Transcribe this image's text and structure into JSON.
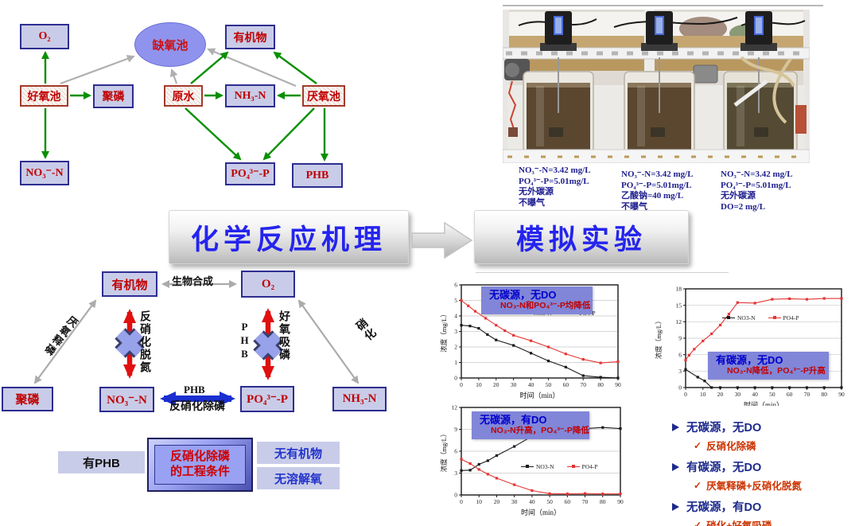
{
  "top_left_diagram": {
    "nodes": {
      "o2": "O₂",
      "anoxic_tank": "缺氧池",
      "organics": "有机物",
      "aerobic_tank": "好氧池",
      "poly_p": "聚磷",
      "raw_water": "原水",
      "nh3_n": "NH₃-N",
      "anaerobic_tank": "厌氧池",
      "no3_n": "NO₃⁻-N",
      "po4_p": "PO₄³⁻-P",
      "phb": "PHB"
    }
  },
  "photo_panel": {
    "conditions": [
      {
        "lines": [
          "NO₃⁻-N=3.42 mg/L",
          "PO₄³⁻-P=5.01mg/L",
          "无外碳源",
          "不曝气"
        ]
      },
      {
        "lines": [
          "NO₃⁻-N=3.42 mg/L",
          "PO₄³⁻-P=5.01mg/L",
          "乙酸钠=40 mg/L",
          "不曝气"
        ]
      },
      {
        "lines": [
          "NO₃⁻-N=3.42 mg/L",
          "PO₄³⁻-P=5.01mg/L",
          "无外碳源",
          "DO=2 mg/L"
        ]
      }
    ]
  },
  "banners": {
    "left": "化学反应机理",
    "right": "模拟实验"
  },
  "mechanism_diagram": {
    "nodes": {
      "organics": "有机物",
      "o2": "O₂",
      "poly_p": "聚磷",
      "no3_n": "NO₃⁻-N",
      "po4_p": "PO₄³⁻-P",
      "nh3_n": "NH₃-N"
    },
    "labels": {
      "biosynthesis": "生物合成",
      "anaerobic_p_release": "厌氧释磷",
      "denitrification": "反硝化脱氮",
      "phb_left": "PHB",
      "aerobic_p_uptake": "好氧吸磷",
      "nitrification": "硝化",
      "phb_arrow": "PHB",
      "denitrifying_p_removal": "反硝化除磷"
    },
    "conditions": {
      "has_phb": "有PHB",
      "center_line1": "反硝化除磷",
      "center_line2": "的工程条件",
      "no_organics": "无有机物",
      "no_dissolved_oxygen": "无溶解氧"
    }
  },
  "chart_data": [
    {
      "type": "line",
      "xlabel": "时间（min）",
      "ylabel": "浓度（mg/L）",
      "xlim": [
        0,
        90
      ],
      "ylim": [
        0,
        6
      ],
      "xticks": [
        0,
        10,
        20,
        30,
        40,
        50,
        60,
        70,
        80,
        90
      ],
      "yticks": [
        0,
        1,
        2,
        3,
        4,
        5,
        6
      ],
      "grid": "horizontal",
      "legend_position": "top-center",
      "annotation": {
        "line1": "无碳源，无DO",
        "line2": "NO₃-N和PO₄³⁻-P均降低"
      },
      "series": [
        {
          "name": "NO3-N",
          "color": "#1a1a1a",
          "x": [
            0,
            5,
            10,
            15,
            20,
            30,
            40,
            50,
            60,
            70,
            80,
            90
          ],
          "y": [
            3.4,
            3.35,
            3.2,
            2.8,
            2.45,
            2.1,
            1.6,
            1.1,
            0.7,
            0.15,
            0.05,
            0
          ]
        },
        {
          "name": "PO4-P",
          "color": "#e43535",
          "x": [
            0,
            4,
            8,
            14,
            20,
            25,
            30,
            40,
            50,
            60,
            70,
            80,
            90
          ],
          "y": [
            5.0,
            4.65,
            4.3,
            3.85,
            3.4,
            3.05,
            2.75,
            2.4,
            2.0,
            1.55,
            1.2,
            0.97,
            1.05
          ]
        }
      ]
    },
    {
      "type": "line",
      "xlabel": "时间（min）",
      "ylabel": "浓度（mg/L）",
      "xlim": [
        0,
        90
      ],
      "ylim": [
        0,
        12
      ],
      "xticks": [
        0,
        10,
        20,
        30,
        40,
        50,
        60,
        70,
        80,
        90
      ],
      "yticks": [
        0,
        3,
        6,
        9,
        12
      ],
      "grid": "horizontal",
      "legend_position": "middle-center",
      "annotation": {
        "line1": "无碳源，有DO",
        "line2": "NO₃-N升高，PO₄³⁻-P降低"
      },
      "series": [
        {
          "name": "NO3-N",
          "color": "#1a1a1a",
          "x": [
            0,
            5,
            10,
            15,
            20,
            30,
            40,
            50,
            60,
            70,
            80,
            90
          ],
          "y": [
            3.35,
            3.4,
            4.2,
            4.7,
            5.4,
            6.65,
            8.05,
            8.55,
            8.9,
            9.1,
            9.25,
            9.1
          ]
        },
        {
          "name": "PO4-P",
          "color": "#e43535",
          "x": [
            0,
            5,
            10,
            15,
            20,
            30,
            40,
            50,
            60,
            70,
            80,
            90
          ],
          "y": [
            4.9,
            4.3,
            3.5,
            2.85,
            2.3,
            1.4,
            0.6,
            0.18,
            0.15,
            0.2,
            0.15,
            0.15
          ]
        }
      ]
    },
    {
      "type": "line",
      "xlabel": "时间（min）",
      "ylabel": "浓度（mg/L）",
      "xlim": [
        0,
        90
      ],
      "ylim": [
        0,
        18
      ],
      "xticks": [
        0,
        10,
        20,
        30,
        40,
        50,
        60,
        70,
        80,
        90
      ],
      "yticks": [
        0,
        3,
        6,
        9,
        12,
        15,
        18
      ],
      "grid": "horizontal",
      "legend_position": "top-center",
      "annotation": {
        "line1": "有碳源，无DO",
        "line2": "NO₃-N降低，PO₄³⁻-P升高"
      },
      "series": [
        {
          "name": "NO3-N",
          "color": "#1a1a1a",
          "x": [
            0,
            7,
            11,
            15,
            20,
            30,
            40,
            50,
            60,
            70,
            80,
            90
          ],
          "y": [
            3.3,
            1.9,
            1.2,
            0,
            0,
            0,
            0,
            0,
            0,
            0,
            0,
            0
          ]
        },
        {
          "name": "PO4-P",
          "color": "#e43535",
          "x": [
            0,
            2,
            5,
            10,
            15,
            20,
            25,
            30,
            40,
            50,
            60,
            70,
            80,
            90
          ],
          "y": [
            5.0,
            5.9,
            7.0,
            8.5,
            9.8,
            11.4,
            13.4,
            15.5,
            15.4,
            16.1,
            16.2,
            16.1,
            16.25,
            16.25
          ]
        }
      ]
    }
  ],
  "conclusions": {
    "items": [
      {
        "head": "无碳源，无DO",
        "sub": "反硝化除磷"
      },
      {
        "head": "有碳源，无DO",
        "sub": "厌氧释磷+反硝化脱氮"
      },
      {
        "head": "无碳源，有DO",
        "sub": "硝化+好氧吸磷"
      }
    ]
  },
  "icons": {
    "check": "✓"
  },
  "colors": {
    "node_fill": "#c9cce8",
    "node_border": "#2d2d91",
    "node_text": "#c00000",
    "green_arrow": "#089000",
    "gray_arrow": "#b0b0b0",
    "red_arrow": "#e01010",
    "blue_arrow": "#1b2fd0",
    "banner_text": "#2424ee",
    "annotation_bg": "#8186d8",
    "annotation_blue": "#0000cc",
    "annotation_red": "#c00000",
    "bullet_blue": "#1c2a8c",
    "bullet_red": "#cc3300",
    "photo_text_blue": "#202090"
  }
}
